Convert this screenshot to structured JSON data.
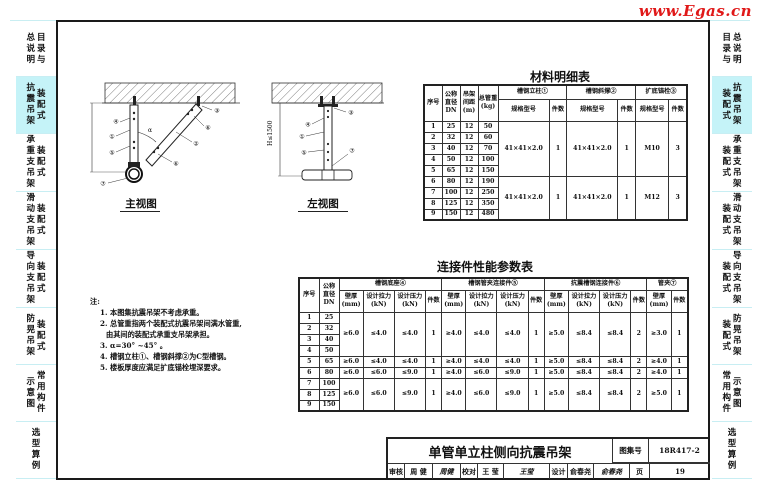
{
  "watermark": "www.Egas.cn",
  "sidenav_left": [
    {
      "cols": [
        [
          "总",
          "说",
          "明"
        ],
        [
          "目",
          "录",
          "与"
        ]
      ],
      "height": 55,
      "active": false
    },
    {
      "cols": [
        [
          "抗",
          "震",
          "吊",
          "架"
        ],
        [
          "装",
          "配",
          "式"
        ]
      ],
      "height": 57,
      "active": true
    },
    {
      "cols": [
        [
          "承",
          "重",
          "支",
          "吊",
          "架"
        ],
        [
          "装",
          "配",
          "式"
        ]
      ],
      "height": 58,
      "active": false
    },
    {
      "cols": [
        [
          "滑",
          "动",
          "支",
          "吊",
          "架"
        ],
        [
          "装",
          "配",
          "式"
        ]
      ],
      "height": 58,
      "active": false
    },
    {
      "cols": [
        [
          "导",
          "向",
          "支",
          "吊",
          "架"
        ],
        [
          "装",
          "配",
          "式"
        ]
      ],
      "height": 58,
      "active": false
    },
    {
      "cols": [
        [
          "防",
          "晃",
          "吊",
          "架"
        ],
        [
          "装",
          "配",
          "式"
        ]
      ],
      "height": 57,
      "active": false
    },
    {
      "cols": [
        [
          "示",
          "意",
          "图"
        ],
        [
          "常",
          "用",
          "构",
          "件"
        ]
      ],
      "height": 57,
      "active": false
    },
    {
      "cols": [
        [
          "选",
          "型",
          "算",
          "例"
        ]
      ],
      "height": 57,
      "active": false
    }
  ],
  "sidenav_right": [
    {
      "cols": [
        [
          "目",
          "录",
          "与"
        ],
        [
          "总",
          "说",
          "明"
        ]
      ],
      "height": 55,
      "active": false
    },
    {
      "cols": [
        [
          "装",
          "配",
          "式"
        ],
        [
          "抗",
          "震",
          "吊",
          "架"
        ]
      ],
      "height": 57,
      "active": true
    },
    {
      "cols": [
        [
          "装",
          "配",
          "式"
        ],
        [
          "承",
          "重",
          "支",
          "吊",
          "架"
        ]
      ],
      "height": 58,
      "active": false
    },
    {
      "cols": [
        [
          "装",
          "配",
          "式"
        ],
        [
          "滑",
          "动",
          "支",
          "吊",
          "架"
        ]
      ],
      "height": 58,
      "active": false
    },
    {
      "cols": [
        [
          "装",
          "配",
          "式"
        ],
        [
          "导",
          "向",
          "支",
          "吊",
          "架"
        ]
      ],
      "height": 58,
      "active": false
    },
    {
      "cols": [
        [
          "装",
          "配",
          "式"
        ],
        [
          "防",
          "晃",
          "吊",
          "架"
        ]
      ],
      "height": 57,
      "active": false
    },
    {
      "cols": [
        [
          "常",
          "用",
          "构",
          "件"
        ],
        [
          "示",
          "意",
          "图"
        ]
      ],
      "height": 57,
      "active": false
    },
    {
      "cols": [
        [
          "选",
          "型",
          "算",
          "例"
        ]
      ],
      "height": 57,
      "active": false
    }
  ],
  "drawings": {
    "front_view_caption": "主视图",
    "left_view_caption": "左视图",
    "dimension_label": "H≤1500",
    "angle_label": "α",
    "callouts_front": [
      "④",
      "①",
      "⑤",
      "⑦",
      "③",
      "⑥",
      "②",
      "⑥"
    ],
    "callouts_left": [
      "④",
      "①",
      "⑤",
      "③",
      "⑦"
    ]
  },
  "material_table": {
    "title": "材料明细表",
    "headers": {
      "seq": "序号",
      "dn": [
        "公称",
        "直径",
        "DN"
      ],
      "spacing": [
        "吊架",
        "间距",
        "(m)"
      ],
      "pipe_weight": [
        "总管重",
        "(kg)"
      ],
      "group1": "槽钢立柱①",
      "group2": "槽钢斜撑②",
      "group3": "扩底锚栓③",
      "spec": "规格型号",
      "qty": "件数"
    },
    "rows": [
      [
        "1",
        "25",
        "12",
        "50"
      ],
      [
        "2",
        "32",
        "12",
        "60"
      ],
      [
        "3",
        "40",
        "12",
        "70"
      ],
      [
        "4",
        "50",
        "12",
        "100"
      ],
      [
        "5",
        "65",
        "12",
        "150"
      ],
      [
        "6",
        "80",
        "12",
        "190"
      ],
      [
        "7",
        "100",
        "12",
        "250"
      ],
      [
        "8",
        "125",
        "12",
        "350"
      ],
      [
        "9",
        "150",
        "12",
        "480"
      ]
    ],
    "groups": [
      {
        "col_spec": "41×41×2.0",
        "col_qty": "1",
        "brace_spec": "41×41×2.0",
        "brace_qty": "1",
        "anchor_spec": "M10",
        "anchor_qty": "3"
      },
      {
        "col_spec": "41×41×2.0",
        "col_qty": "1",
        "brace_spec": "41×41×2.0",
        "brace_qty": "1",
        "anchor_spec": "M12",
        "anchor_qty": "3"
      }
    ]
  },
  "connector_table": {
    "title": "连接件性能参数表",
    "headers": {
      "seq": "序号",
      "dn": [
        "公称",
        "直径",
        "DN"
      ],
      "g1": "槽钢底座④",
      "g2": "槽钢管夹连接件⑤",
      "g3": "抗震槽钢连接件⑥",
      "g4": "管夹⑦",
      "thick": [
        "壁厚",
        "(mm)"
      ],
      "tension": [
        "设计拉力",
        "(kN)"
      ],
      "compress": [
        "设计压力",
        "(kN)"
      ],
      "qty": "件数"
    },
    "dn_rows": [
      [
        "1",
        "25"
      ],
      [
        "2",
        "32"
      ],
      [
        "3",
        "40"
      ],
      [
        "4",
        "50"
      ],
      [
        "5",
        "65"
      ],
      [
        "6",
        "80"
      ],
      [
        "7",
        "100"
      ],
      [
        "8",
        "125"
      ],
      [
        "9",
        "150"
      ]
    ],
    "groups": [
      {
        "rows": 4,
        "vals": [
          "≥6.0",
          "≤4.0",
          "≤4.0",
          "1",
          "≥4.0",
          "≤4.0",
          "≤4.0",
          "1",
          "≥5.0",
          "≤8.4",
          "≤8.4",
          "2",
          "≥3.0",
          "1"
        ]
      },
      {
        "rows": 1,
        "vals": [
          "≥6.0",
          "≤4.0",
          "≤4.0",
          "1",
          "≥4.0",
          "≤4.0",
          "≤4.0",
          "1",
          "≥5.0",
          "≤8.4",
          "≤8.4",
          "2",
          "≥4.0",
          "1"
        ]
      },
      {
        "rows": 1,
        "vals": [
          "≥6.0",
          "≤6.0",
          "≤9.0",
          "1",
          "≥4.0",
          "≤6.0",
          "≤9.0",
          "1",
          "≥5.0",
          "≤8.4",
          "≤8.4",
          "2",
          "≥4.0",
          "1"
        ]
      },
      {
        "rows": 3,
        "vals": [
          "≥6.0",
          "≤6.0",
          "≤9.0",
          "1",
          "≥4.0",
          "≤6.0",
          "≤9.0",
          "1",
          "≥5.0",
          "≤8.4",
          "≤8.4",
          "2",
          "≥5.0",
          "1"
        ]
      }
    ]
  },
  "notes": {
    "heading": "注:",
    "items": [
      "1. 本图集抗震吊架不考虑承重。",
      "2. 总管重指两个装配式抗震吊架间满水管重,",
      "由其间的装配式承重支吊架承担。",
      "3. α=30° ~45° 。",
      "4. 槽钢立柱①、槽钢斜撑②为C型槽钢。",
      "5. 楼板厚度应满足扩底锚栓埋深要求。"
    ]
  },
  "title_block": {
    "title": "单管单立柱侧向抗震吊架",
    "atlas_label": "图集号",
    "atlas_no": "18R417-2",
    "review_label": "审核",
    "reviewer": "周 健",
    "reviewer_sig": "周健",
    "check_label": "校对",
    "checker": "王 莹",
    "checker_sig": "王莹",
    "design_label": "设计",
    "designer": "俞春尧",
    "designer_sig": "俞春尧",
    "page_label": "页",
    "page_no": "19"
  }
}
